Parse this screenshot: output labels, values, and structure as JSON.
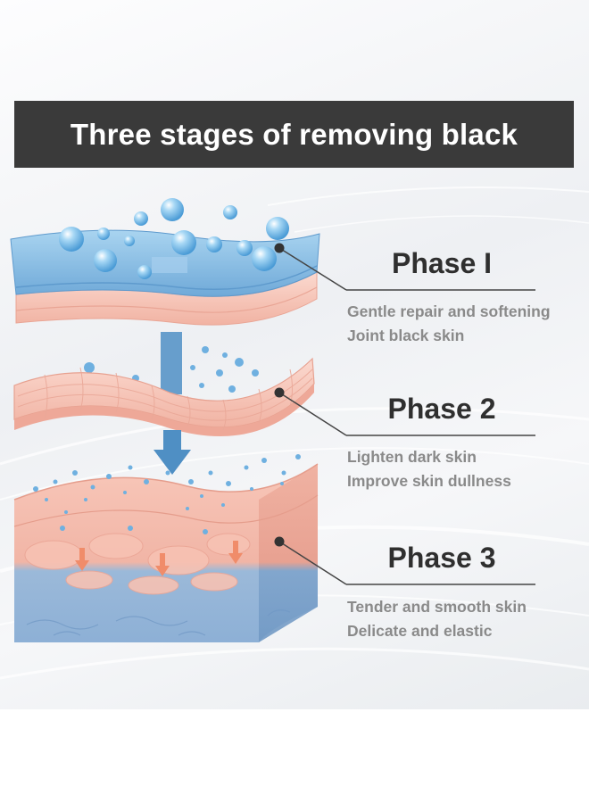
{
  "title": "Three stages of removing black",
  "phases": [
    {
      "name": "Phase I",
      "lines": [
        "Gentle repair and softening",
        "Joint black skin"
      ]
    },
    {
      "name": "Phase 2",
      "lines": [
        "Lighten dark skin",
        "Improve skin dullness"
      ]
    },
    {
      "name": "Phase 3",
      "lines": [
        "Tender and smooth skin",
        "Delicate and elastic"
      ]
    }
  ],
  "colors": {
    "title_bar": "#3a3a3a",
    "layer_blue": "#8fc3e6",
    "layer_pink": "#f6c4b7",
    "arrow_blue": "#4f8fc4",
    "arrow_orange": "#f08c6a"
  }
}
